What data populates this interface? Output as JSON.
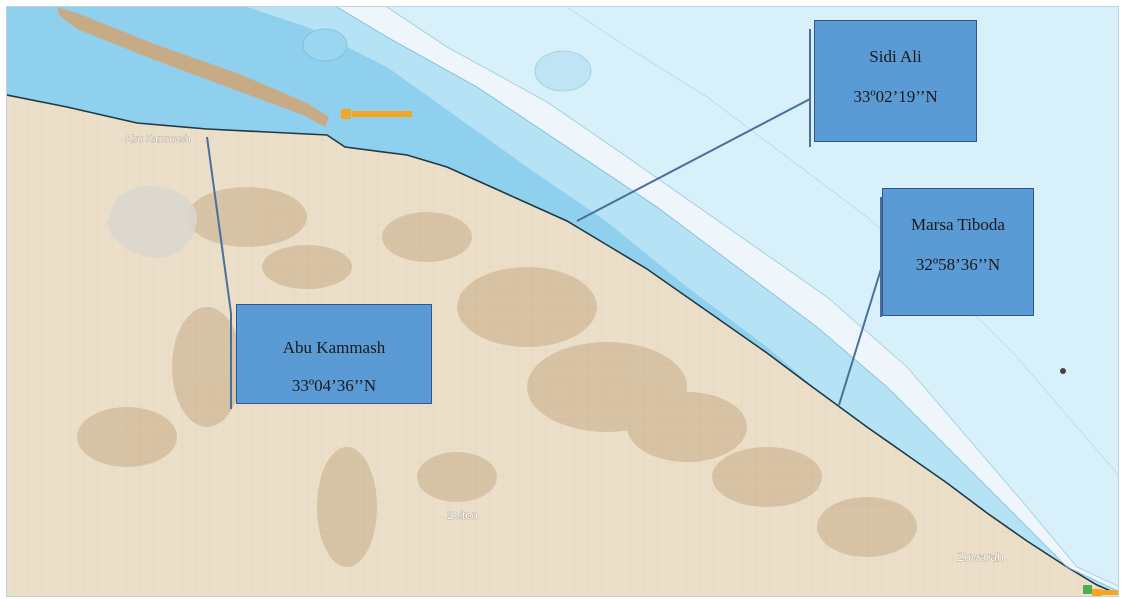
{
  "map": {
    "colors": {
      "deep_sea": "#8fd0ee",
      "mid_sea": "#b5e2f4",
      "shallow_sea": "#d7f0f9",
      "open_sea": "#eef5fb",
      "land": "#ecdfc9",
      "land_dark": "#c7ab86",
      "callout_fill": "#5b9bd5",
      "callout_border": "#2f5597",
      "port_marker": "#f5a623"
    },
    "place_labels": {
      "abu_kammash_town": "Abu Kammash",
      "zelten": "Zelten",
      "zuwarah": "Zuwarah"
    }
  },
  "callouts": {
    "sidi_ali": {
      "name": "Sidi Ali",
      "latitude": "33º02’19’’N"
    },
    "marsa_tiboda": {
      "name": "Marsa Tiboda",
      "latitude": "32º58’36’’N"
    },
    "abu_kammash": {
      "name": "Abu Kammash",
      "latitude": "33º04’36’’N"
    }
  }
}
